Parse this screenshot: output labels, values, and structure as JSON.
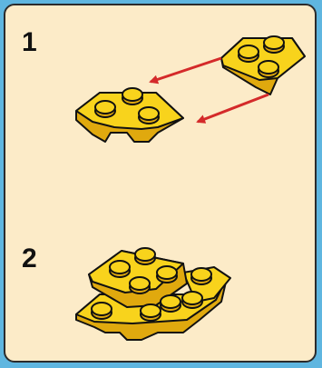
{
  "steps": [
    {
      "number": "1",
      "action": "attach-wedge-plate"
    },
    {
      "number": "2",
      "action": "assembled"
    }
  ],
  "colors": {
    "background": "#5fb6e0",
    "panel": "#fcebc8",
    "panel_border": "#2b2b2b",
    "brick_top": "#f8d31c",
    "brick_side": "#e0a90e",
    "brick_outline": "#111111",
    "arrow": "#d42a2a"
  },
  "icons": [
    "yellow-wedge-plate",
    "red-arrow"
  ]
}
